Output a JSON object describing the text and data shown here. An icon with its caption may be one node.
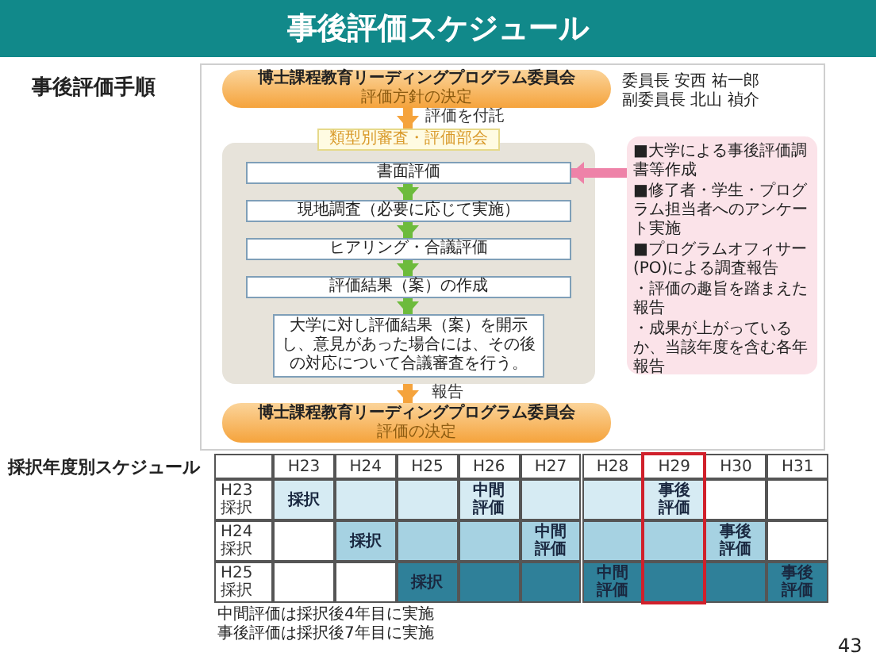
{
  "diagram": {
    "title": "事後評価スケジュール",
    "nodes": [
      {
        "text": [
          "博士課程教育リーディングプログラム委員会",
          "評価方針の決定"
        ],
        "beside": [
          "委員長 安西 祐一郎",
          "副委員長 北山 禎介"
        ]
      },
      {
        "text": [
          "類型別審査・評価部会"
        ]
      },
      {
        "text": [],
        "shape": "box"
      },
      {
        "text": [
          "書面評価"
        ],
        "in": 2
      },
      {
        "text": [
          "現地調査（必要に応じて実施）"
        ],
        "in": 2
      },
      {
        "text": [
          "ヒアリング・合議評価"
        ],
        "in": 2
      },
      {
        "text": [
          "評価結果（案）の作成"
        ],
        "in": 2
      },
      {
        "text": [
          "大学に対し評価結果（案）を開示し、意見があった場合には、その後の対応について合議審査を行う。"
        ],
        "in": 2
      },
      {
        "text": [
          "博士課程教育リーディングプログラム委員会",
          "評価の決定"
        ]
      },
      {
        "text": [
          "■大学による事後評価調書等作成",
          "■修了者・学生・プログラム担当者へのアンケート実施",
          "■プログラムオフィサー(PO)による調査報告",
          "・評価の趣旨を踏まえた報告",
          "・成果が上がっているか、当該年度を含む各年報告"
        ]
      }
    ],
    "edges": [
      {
        "from": 0,
        "to": 1,
        "arrow": "to",
        "label": "評価を付託",
        "color": "#f5a33c"
      },
      {
        "from": 3,
        "to": 4,
        "arrow": "to"
      },
      {
        "from": 4,
        "to": 5,
        "arrow": "to"
      },
      {
        "from": 5,
        "to": 6,
        "arrow": "to"
      },
      {
        "from": 6,
        "to": 7,
        "arrow": "to"
      },
      {
        "from": 2,
        "to": 8,
        "arrow": "to",
        "label": "報告",
        "color": "#f5a33c"
      },
      {
        "from": 9,
        "to": 3,
        "arrow": "to",
        "color": "#ee82a8"
      }
    ],
    "labels": [
      "事後評価手順",
      "採択年度別スケジュール",
      "H23",
      "H24",
      "H25",
      "H26",
      "H27",
      "H28",
      "H29",
      "H30",
      "H31",
      "H23 採択",
      "採択",
      "中間評価",
      "事後評価",
      "H24 採択",
      "採択",
      "中間評価",
      "事後評価",
      "H25 採択",
      "採択",
      "中間評価",
      "事後評価",
      "中間評価は採択後4年目に実施",
      "事後評価は採択後7年目に実施",
      "43"
    ]
  }
}
